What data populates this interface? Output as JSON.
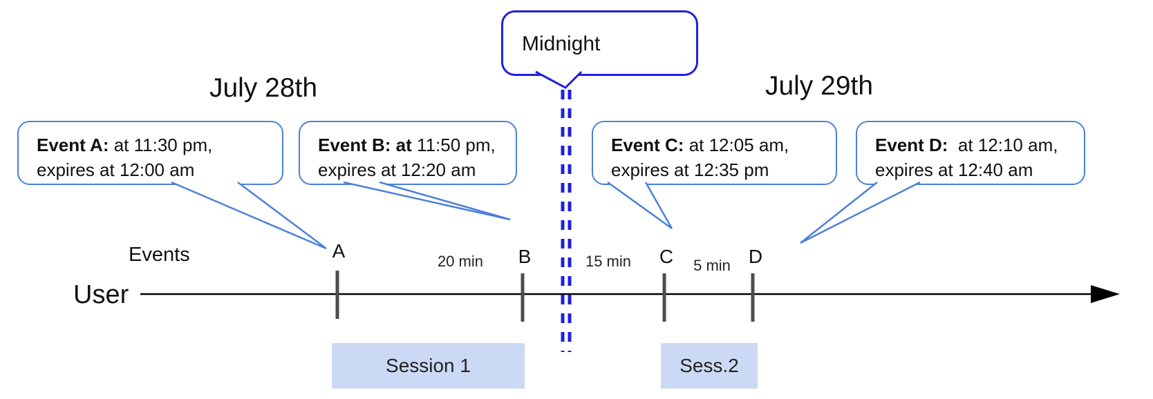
{
  "dates": {
    "left": "July 28th",
    "right": "July 29th"
  },
  "midnight_label": "Midnight",
  "axis": {
    "events_label": "Events",
    "user_label": "User"
  },
  "events": [
    {
      "tick": "A",
      "callout_bold": "Event A:",
      "callout_rest": " at 11:30 pm,",
      "callout_line2": "expires at 12:00 am"
    },
    {
      "tick": "B",
      "callout_bold": "Event B: at",
      "callout_rest": " 11:50 pm,",
      "callout_line2": "expires at 12:20 am"
    },
    {
      "tick": "C",
      "callout_bold": "Event C:",
      "callout_rest": " at 12:05 am,",
      "callout_line2": "expires at 12:35 pm"
    },
    {
      "tick": "D",
      "callout_bold": "Event D: ",
      "callout_rest": " at 12:10 am,",
      "callout_line2": "expires at 12:40 am"
    }
  ],
  "intervals": [
    {
      "label": "20 min"
    },
    {
      "label": "15 min"
    },
    {
      "label": "5 min"
    }
  ],
  "sessions": [
    {
      "label": "Session 1"
    },
    {
      "label": "Sess.2"
    }
  ],
  "colors": {
    "callout_border": "#4a80d8",
    "midnight_blue": "#2020dd",
    "session_fill": "#cbd9f4",
    "tick_gray": "#4d4d4d",
    "axis_black": "#000000"
  }
}
